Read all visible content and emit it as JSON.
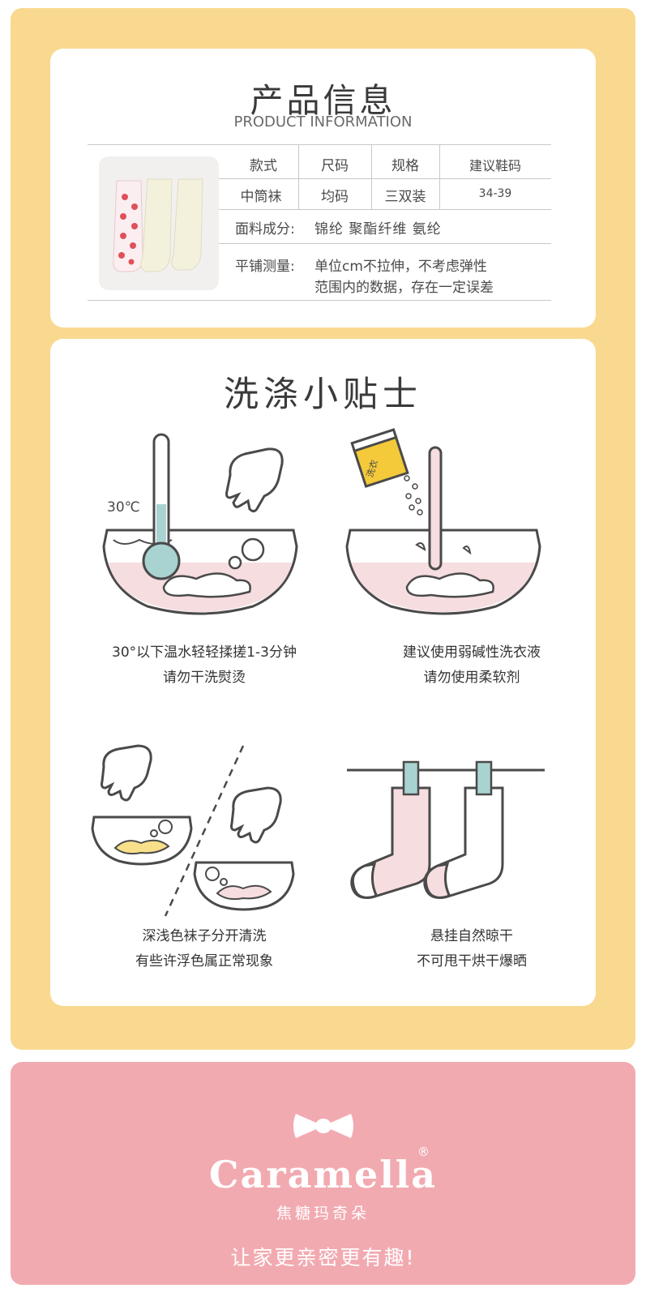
{
  "product_info": {
    "title": "产品信息",
    "subtitle": "PRODUCT INFORMATION",
    "headers": [
      "款式",
      "尺码",
      "规格",
      "建议鞋码"
    ],
    "values": [
      "中筒袜",
      "均码",
      "三双装",
      "34-39"
    ],
    "material_label": "面料成分:",
    "material_value": "锦纶 聚酯纤维 氨纶",
    "measure_label": "平铺测量:",
    "measure_line1": "单位cm不拉伸，不考虑弹性",
    "measure_line2": "范围内的数据，存在一定误差"
  },
  "wash_tips": {
    "title": "洗涤小贴士",
    "temperature_label": "30℃",
    "detergent_label": "洗衣",
    "tips": [
      {
        "line1": "30°以下温水轻轻揉搓1-3分钟",
        "line2": "请勿干洗熨烫"
      },
      {
        "line1": "建议使用弱碱性洗衣液",
        "line2": "请勿使用柔软剂"
      },
      {
        "line1": "深浅色袜子分开清洗",
        "line2": "有些许浮色属正常现象"
      },
      {
        "line1": "悬挂自然晾干",
        "line2": "不可甩干烘干爆晒"
      }
    ]
  },
  "brand": {
    "name": "Caramella",
    "registered": "®",
    "chinese": "焦糖玛奇朵",
    "slogan": "让家更亲密更有趣!"
  },
  "colors": {
    "yellow_bg": "#f8d98f",
    "pink_bg": "#f2aab1",
    "water_pink": "#f6dde0",
    "thermo_blue": "#a9d3d1",
    "detergent_yellow": "#f4c93a",
    "line_dark": "#4a4a4a"
  }
}
